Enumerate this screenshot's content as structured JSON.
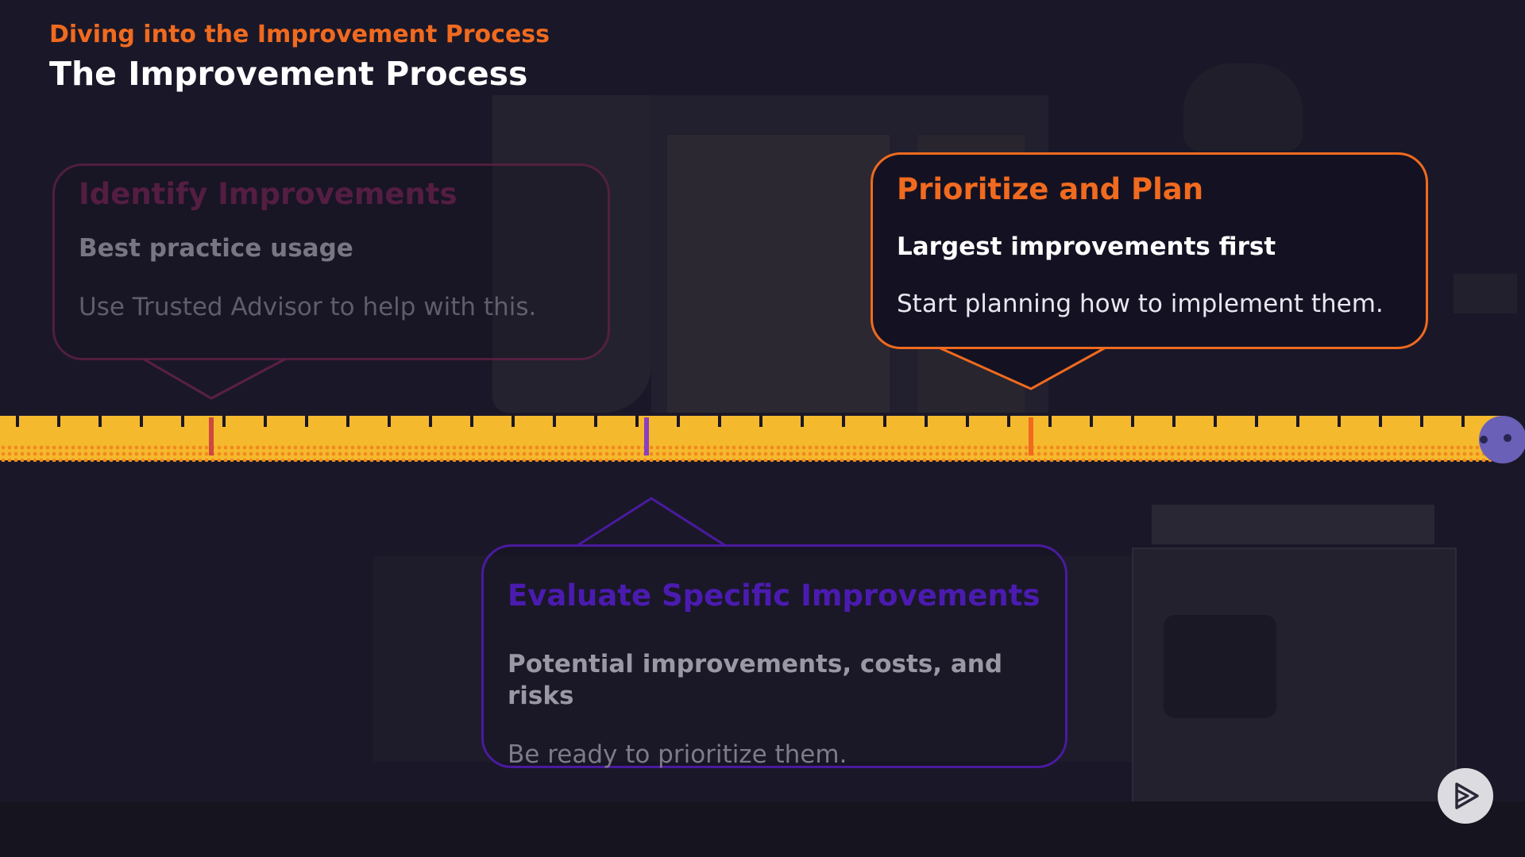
{
  "header": {
    "kicker": "Diving into the Improvement Process",
    "title": "The Improvement Process"
  },
  "cards": [
    {
      "heading": "Identify Improvements",
      "subheading": "Best practice usage",
      "body": "Use Trusted Advisor to help with this."
    },
    {
      "heading": "Prioritize and Plan",
      "subheading": "Largest improvements first",
      "body": "Start planning how to implement them."
    },
    {
      "heading": "Evaluate Specific Improvements",
      "subheading": "Potential improvements, costs, and risks",
      "body": "Be ready to prioritize them."
    }
  ],
  "icons": {
    "play": "play-logo-icon"
  },
  "colors": {
    "background": "#1a1828",
    "accent_orange": "#f06a1f",
    "accent_pink": "#5f1f47",
    "accent_purple": "#4b1bb0",
    "timeline_yellow": "#f5b92e",
    "timeline_orange": "#f08a1e"
  }
}
